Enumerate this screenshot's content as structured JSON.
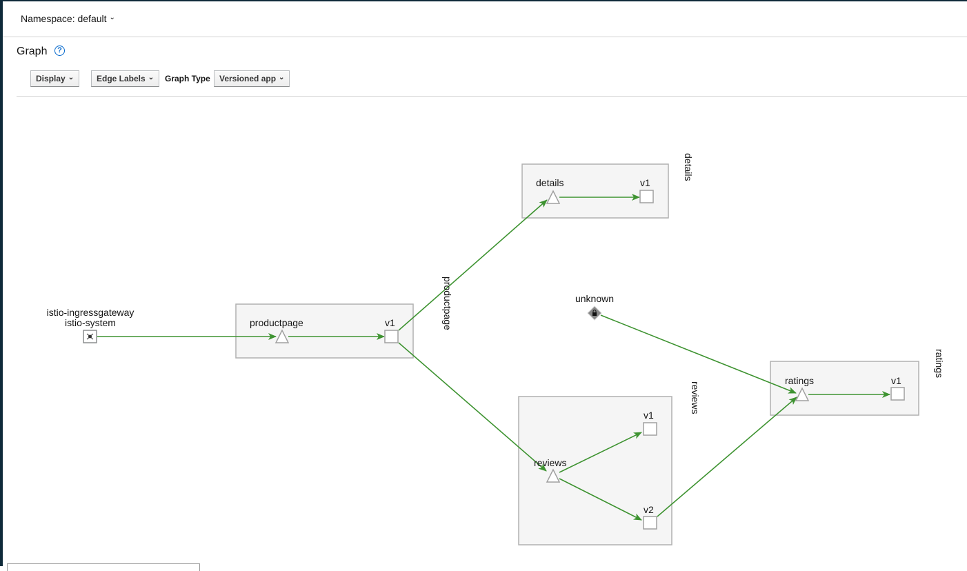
{
  "namespace": {
    "label": "Namespace: default"
  },
  "page": {
    "title": "Graph",
    "help_icon": "question-circle-icon"
  },
  "toolbar": {
    "display_label": "Display",
    "edge_labels_label": "Edge Labels",
    "graph_type_label": "Graph Type",
    "graph_type_value": "Versioned app"
  },
  "graph": {
    "edge_color": "#3e9331",
    "box_fill": "#f5f5f5",
    "box_stroke": "#b1b1b1",
    "gateway": {
      "name": "istio-ingressgateway",
      "namespace": "istio-system"
    },
    "groups": {
      "productpage": {
        "app_label": "productpage",
        "version_label": "v1",
        "side_label": "productpage"
      },
      "details": {
        "app_label": "details",
        "version_label": "v1",
        "side_label": "details"
      },
      "reviews": {
        "app_label": "reviews",
        "v1_label": "v1",
        "v2_label": "v2",
        "side_label": "reviews"
      },
      "ratings": {
        "app_label": "ratings",
        "version_label": "v1",
        "side_label": "ratings"
      }
    },
    "unknown": {
      "label": "unknown",
      "icon": "lock-icon"
    }
  }
}
